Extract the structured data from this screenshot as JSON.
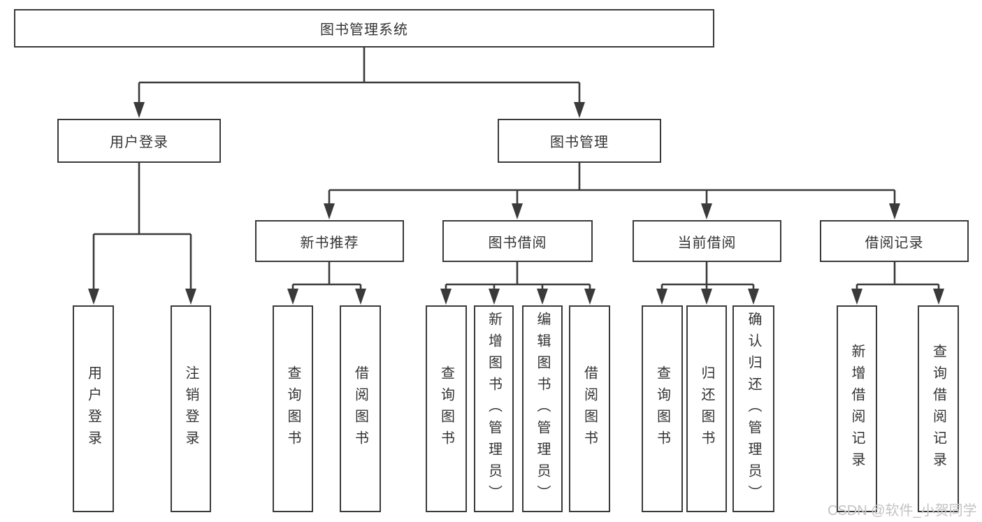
{
  "nodes": {
    "root": {
      "label": "图书管理系统"
    },
    "user_login": {
      "label": "用户登录"
    },
    "book_mgmt": {
      "label": "图书管理"
    },
    "new_book_rec": {
      "label": "新书推荐"
    },
    "book_borrow": {
      "label": "图书借阅"
    },
    "current_borrow": {
      "label": "当前借阅"
    },
    "borrow_record": {
      "label": "借阅记录"
    },
    "leaf_user_login": {
      "label": "用户登录"
    },
    "leaf_logout": {
      "label": "注销登录"
    },
    "leaf_rec_query_book": {
      "label": "查询图书"
    },
    "leaf_rec_borrow_book": {
      "label": "借阅图书"
    },
    "leaf_bor_query_book": {
      "label": "查询图书"
    },
    "leaf_bor_add_book": {
      "label": "新增图书（管理员）"
    },
    "leaf_bor_edit_book": {
      "label": "编辑图书（管理员）"
    },
    "leaf_bor_borrow_book": {
      "label": "借阅图书"
    },
    "leaf_cur_query_book": {
      "label": "查询图书"
    },
    "leaf_cur_return_book": {
      "label": "归还图书"
    },
    "leaf_cur_confirm_return": {
      "label": "确认归还（管理员）"
    },
    "leaf_rcd_add_record": {
      "label": "新增借阅记录"
    },
    "leaf_rcd_query_record": {
      "label": "查询借阅记录"
    }
  },
  "hierarchy": {
    "图书管理系统": [
      "用户登录",
      "图书管理"
    ],
    "用户登录": [
      "用户登录",
      "注销登录"
    ],
    "图书管理": [
      "新书推荐",
      "图书借阅",
      "当前借阅",
      "借阅记录"
    ],
    "新书推荐": [
      "查询图书",
      "借阅图书"
    ],
    "图书借阅": [
      "查询图书",
      "新增图书（管理员）",
      "编辑图书（管理员）",
      "借阅图书"
    ],
    "当前借阅": [
      "查询图书",
      "归还图书",
      "确认归还（管理员）"
    ],
    "借阅记录": [
      "新增借阅记录",
      "查询借阅记录"
    ]
  },
  "watermark": {
    "text": "CSDN @软件_小贺同学",
    "color": "#c3c3c3"
  },
  "colors": {
    "line": "#3a3a3a",
    "text": "#333333",
    "box_background": "#ffffff",
    "page_background": "#ffffff"
  }
}
